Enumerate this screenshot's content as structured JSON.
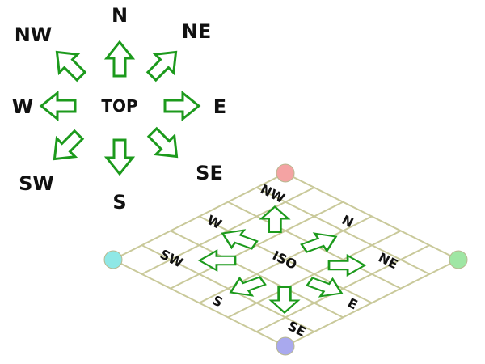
{
  "top_view": {
    "center_label": "TOP",
    "directions": {
      "n": "N",
      "ne": "NE",
      "e": "E",
      "se": "SE",
      "s": "S",
      "sw": "SW",
      "w": "W",
      "nw": "NW"
    }
  },
  "iso_view": {
    "center_label": "ISO",
    "directions": {
      "nw": "NW",
      "n": "N",
      "ne": "NE",
      "e": "E",
      "se": "SE",
      "s": "S",
      "sw": "SW",
      "w": "W"
    },
    "corner_markers": {
      "top": "#f4a3a3",
      "right": "#9fe6a4",
      "bottom": "#a9a9ee",
      "left": "#8fe8e6"
    }
  },
  "colors": {
    "arrow_stroke": "#1c9a1c",
    "arrow_fill": "#ffffff",
    "grid_line": "#c9c99a",
    "label_text": "#111111"
  }
}
